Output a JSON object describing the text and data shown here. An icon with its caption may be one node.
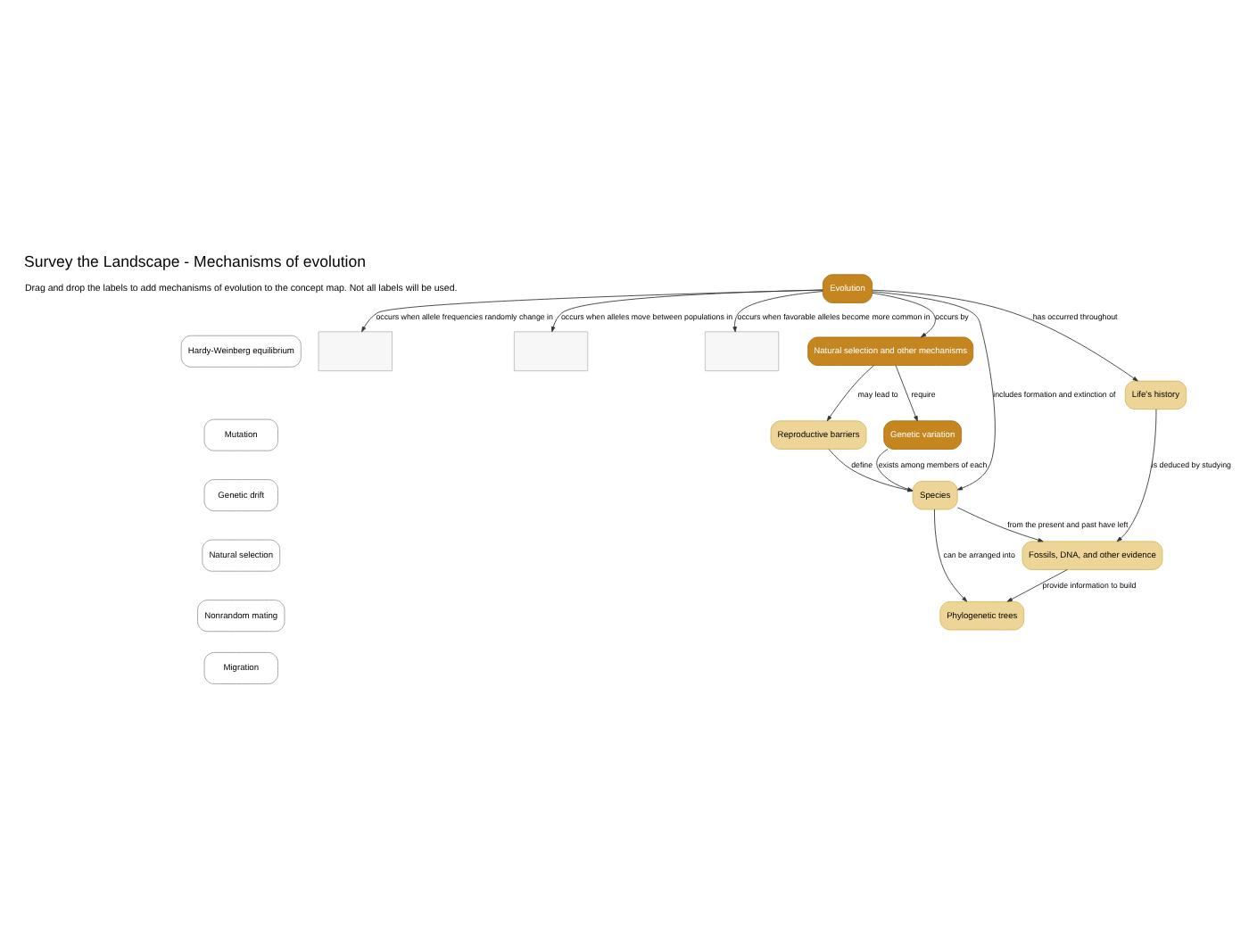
{
  "diagram": {
    "title": "Survey the Landscape - Mechanisms of evolution",
    "nodes": [
      {
        "text": [
          "Hardy-Weinberg equilibrium"
        ]
      },
      {
        "text": [
          "Mutation"
        ]
      },
      {
        "text": [
          "Genetic drift"
        ]
      },
      {
        "text": [
          "Natural selection"
        ]
      },
      {
        "text": [
          "Nonrandom mating"
        ]
      },
      {
        "text": [
          "Migration"
        ]
      },
      {
        "text": [],
        "shape": "box"
      },
      {
        "text": [],
        "shape": "box"
      },
      {
        "text": [],
        "shape": "box"
      },
      {
        "text": [
          "Evolution"
        ]
      },
      {
        "text": [
          "Natural selection and other mechanisms"
        ]
      },
      {
        "text": [
          "Genetic variation"
        ]
      },
      {
        "text": [
          "Life's history"
        ]
      },
      {
        "text": [
          "Reproductive barriers"
        ]
      },
      {
        "text": [
          "Species"
        ]
      },
      {
        "text": [
          "Fossils, DNA, and other evidence"
        ]
      },
      {
        "text": [
          "Phylogenetic trees"
        ]
      }
    ],
    "edges": [
      {
        "from": 9,
        "to": 6,
        "arrow": "to",
        "label": "occurs when allele frequencies randomly change in"
      },
      {
        "from": 9,
        "to": 7,
        "arrow": "to",
        "label": "occurs when alleles move between populations in"
      },
      {
        "from": 9,
        "to": 8,
        "arrow": "to",
        "label": "occurs when favorable alleles become more common in"
      },
      {
        "from": 9,
        "to": 12,
        "arrow": "to",
        "label": "has occurred throughout"
      },
      {
        "from": 9,
        "to": 10,
        "arrow": "to",
        "label": "occurs by"
      },
      {
        "from": 10,
        "to": 11,
        "arrow": "to",
        "label": "require"
      },
      {
        "from": 12,
        "to": 15,
        "arrow": "to",
        "label": "is deduced by studying"
      },
      {
        "from": 11,
        "to": 14,
        "arrow": "to",
        "label": "exists among members of each"
      },
      {
        "from": 10,
        "to": 13,
        "arrow": "to",
        "label": "may lead to"
      },
      {
        "from": 13,
        "to": 14,
        "arrow": "to",
        "label": "define"
      },
      {
        "from": 14,
        "to": 15,
        "arrow": "to",
        "label": "from the present and past have left"
      },
      {
        "from": 15,
        "to": 16,
        "arrow": "to",
        "label": "provide information to build"
      },
      {
        "from": 9,
        "to": 14,
        "arrow": "to",
        "label": "includes formation and extinction of"
      },
      {
        "from": 14,
        "to": 16,
        "arrow": "to",
        "label": "can be arranged into"
      }
    ],
    "labels": [
      "Drag and drop the labels to add mechanisms of evolution to the concept map. Not all labels will be used."
    ]
  }
}
